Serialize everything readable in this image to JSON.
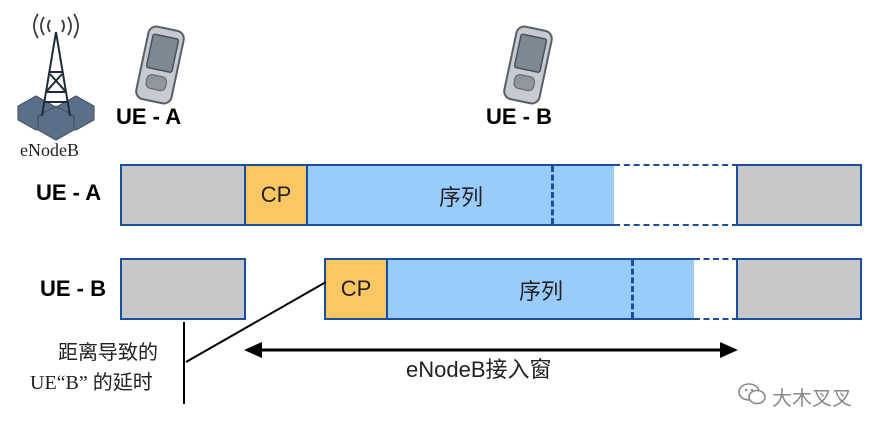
{
  "header": {
    "enodeb_label": "eNodeB",
    "ue_a_label": "UE - A",
    "ue_b_label": "UE - B"
  },
  "rows": {
    "ue_a": {
      "label": "UE - A",
      "cp": "CP",
      "sequence": "序列"
    },
    "ue_b": {
      "label": "UE - B",
      "cp": "CP",
      "sequence": "序列"
    }
  },
  "annotations": {
    "delay_line1": "距离导致的",
    "delay_line2": "UE“B” 的延时",
    "window_label": "eNodeB接入窗"
  },
  "watermark": {
    "text": "大木叉叉"
  },
  "colors": {
    "gray": "#c8c8c8",
    "cp": "#fac762",
    "seq": "#99ccfa",
    "border": "#1a4fa0"
  },
  "icons": [
    "enodeb-tower-icon",
    "phone-icon",
    "phone-icon",
    "wechat-icon"
  ]
}
